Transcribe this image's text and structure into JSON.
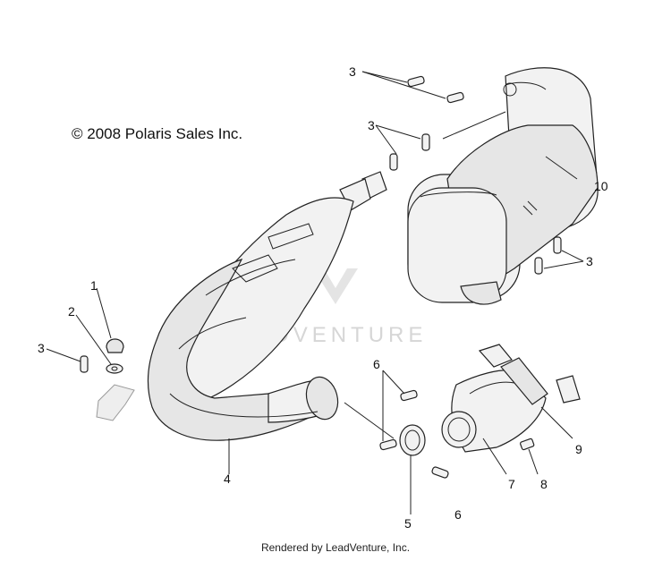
{
  "copyright": "© 2008 Polaris Sales Inc.",
  "footer": "Rendered by LeadVenture, Inc.",
  "watermark": "LEADVENTURE",
  "labels": {
    "l1": "1",
    "l2": "2",
    "l3a": "3",
    "l3b": "3",
    "l3c": "3",
    "l3d": "3",
    "l4": "4",
    "l5": "5",
    "l6a": "6",
    "l6b": "6",
    "l7": "7",
    "l8": "8",
    "l9": "9",
    "l10": "10"
  }
}
